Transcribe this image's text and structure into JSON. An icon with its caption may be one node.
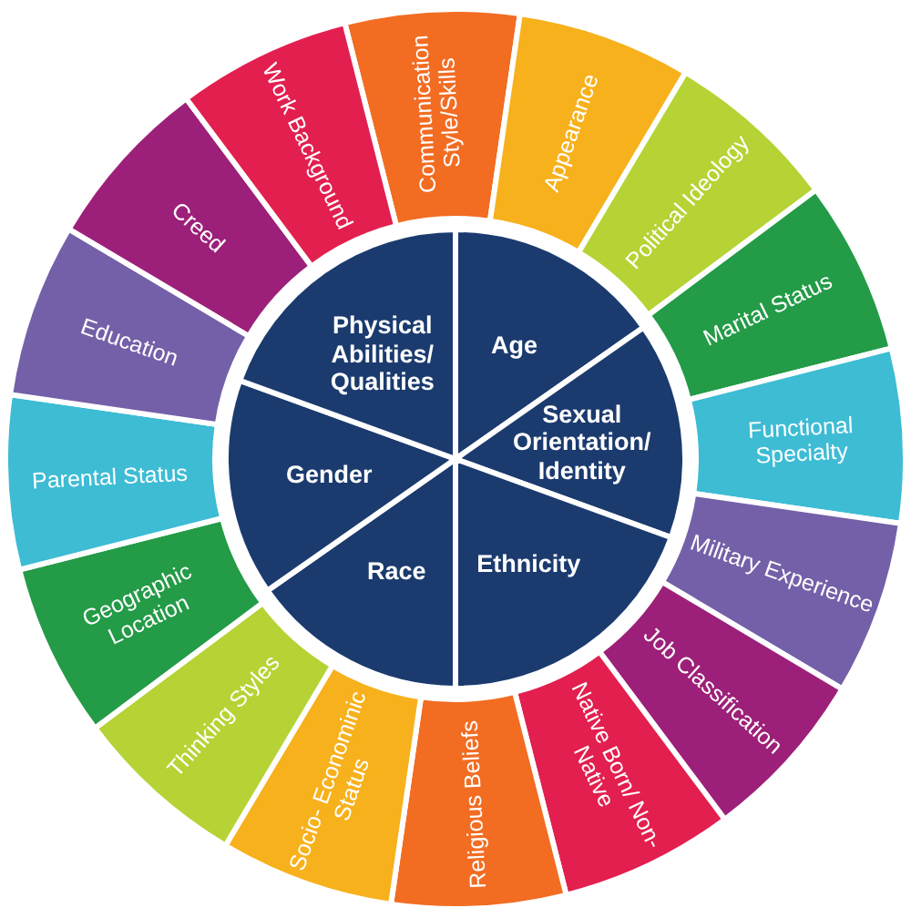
{
  "diagram": {
    "nodes": [
      {
        "text": [
          "Age"
        ]
      },
      {
        "text": [
          "Sexual Orientation/ Identity"
        ]
      },
      {
        "text": [
          "Ethnicity"
        ]
      },
      {
        "text": [
          "Race"
        ]
      },
      {
        "text": [
          "Gender"
        ]
      },
      {
        "text": [
          "Physical Abilities/ Qualities"
        ]
      },
      {
        "text": [
          "Communication Style/Skills"
        ]
      },
      {
        "text": [
          "Appearance"
        ]
      },
      {
        "text": [
          "Political Ideology"
        ]
      },
      {
        "text": [
          "Marital Status"
        ]
      },
      {
        "text": [
          "Functional Specialty"
        ]
      },
      {
        "text": [
          "Military Experience"
        ]
      },
      {
        "text": [
          "Job Classification"
        ]
      },
      {
        "text": [
          "Native Born/ Non-Native"
        ]
      },
      {
        "text": [
          "Religious Beliefs"
        ]
      },
      {
        "text": [
          "Socio- Econominic Status"
        ]
      },
      {
        "text": [
          "Thinking Styles"
        ]
      },
      {
        "text": [
          "Geographic Location"
        ]
      },
      {
        "text": [
          "Parental Status"
        ]
      },
      {
        "text": [
          "Education"
        ]
      },
      {
        "text": [
          "Creed"
        ]
      },
      {
        "text": [
          "Work Background"
        ]
      }
    ]
  }
}
